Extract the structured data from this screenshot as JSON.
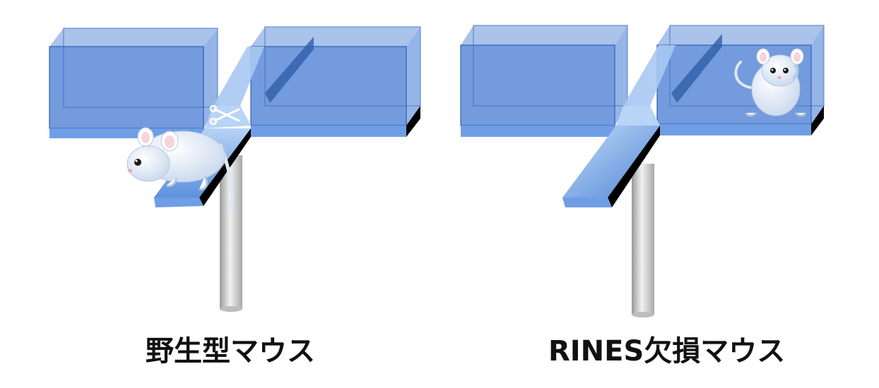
{
  "panels": [
    {
      "caption": "野生型マウス",
      "mouse_state": "exploring-open-arm"
    },
    {
      "caption": "RINES欠損マウス",
      "mouse_state": "staying-in-closed-arm"
    }
  ],
  "colors": {
    "box_top": "#8fb0e4",
    "box_front": "#4f80d4",
    "arm_light": "#9cc2f0",
    "arm_dark": "#3f76cf",
    "edge": "#000000",
    "pole": "#d0d0d0",
    "caption": "#111111"
  },
  "icons": [
    "mouse-icon",
    "scissors-icon"
  ]
}
